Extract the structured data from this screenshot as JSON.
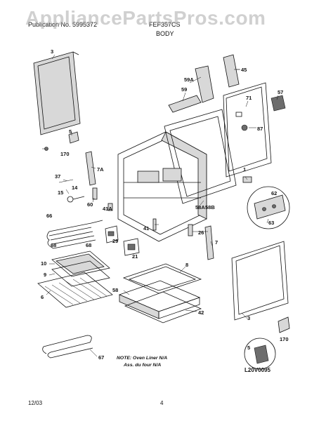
{
  "watermark": "AppliancePartsPros.com",
  "header": {
    "left_text": "Publication No. 5995372",
    "model_text": "FEF357CS",
    "section_title": "BODY"
  },
  "callouts": [
    "3",
    "45",
    "59A",
    "59",
    "71",
    "57",
    "87",
    "5",
    "170",
    "7A",
    "37",
    "14",
    "15",
    "60",
    "41A",
    "66",
    "68",
    "68",
    "41",
    "29",
    "21",
    "1",
    "62",
    "58A",
    "58B",
    "26",
    "7",
    "63",
    "10",
    "9",
    "6",
    "8",
    "58",
    "42",
    "3",
    "5",
    "170",
    "67"
  ],
  "note": {
    "line1": "NOTE: Oven Liner N/A",
    "line2": "Ass. du four N/A"
  },
  "diagram_code": "L20V0095",
  "footer": {
    "date": "12/03",
    "page_number": "4"
  }
}
